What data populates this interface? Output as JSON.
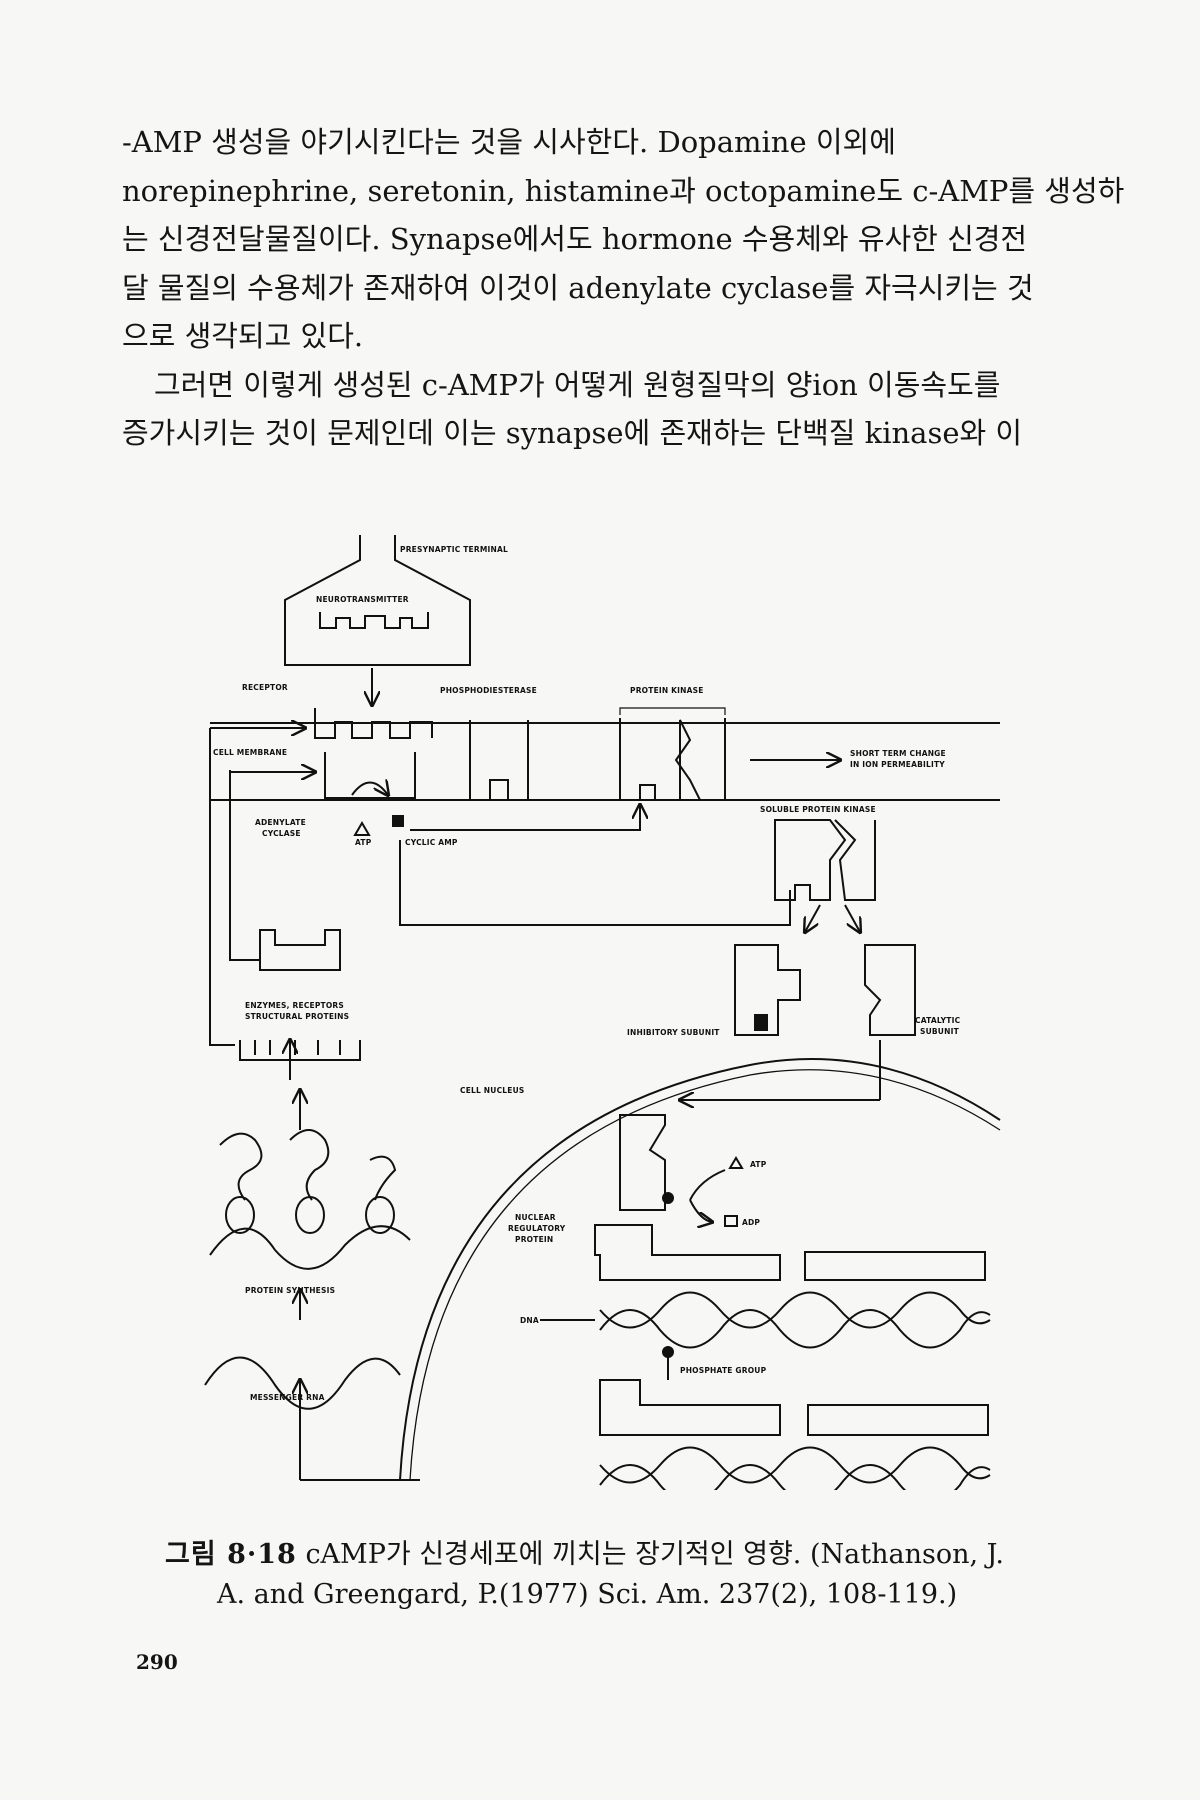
{
  "body_text": {
    "lines": [
      "-AMP 생성을 야기시킨다는 것을 시사한다. Dopamine 이외에",
      "norepinephrine, seretonin, histamine과 octopamine도 c-AMP를 생성하",
      "는 신경전달물질이다. Synapse에서도 hormone 수용체와 유사한 신경전",
      "달 물질의 수용체가 존재하여 이것이 adenylate cyclase를 자극시키는 것",
      "으로 생각되고 있다.",
      "그러면 이렇게 생성된 c-AMP가 어떻게 원형질막의 양ion 이동속도를",
      "증가시키는 것이 문제인데 이는 synapse에 존재하는 단백질 kinase와 이"
    ]
  },
  "figure": {
    "labels": {
      "presynaptic_terminal": "PRESYNAPTIC TERMINAL",
      "neurotransmitter": "NEUROTRANSMITTER",
      "receptor": "RECEPTOR",
      "phosphodiesterase": "PHOSPHODIESTERASE",
      "protein_kinase": "PROTEIN KINASE",
      "cell_membrane": "CELL MEMBRANE",
      "short_term_1": "SHORT TERM CHANGE",
      "short_term_2": "IN ION PERMEABILITY",
      "soluble_protein_kinase": "SOLUBLE PROTEIN KINASE",
      "adenylate_1": "ADENYLATE",
      "adenylate_2": "CYCLASE",
      "atp": "ATP",
      "cyclic_amp": "CYCLIC AMP",
      "enzymes_1": "ENZYMES, RECEPTORS",
      "enzymes_2": "STRUCTURAL PROTEINS",
      "inhibitory_subunit": "INHIBITORY SUBUNIT",
      "catalytic_1": "CATALYTIC",
      "catalytic_2": "SUBUNIT",
      "cell_nucleus": "CELL NUCLEUS",
      "atp_nucleus": "ATP",
      "adp": "ADP",
      "nuclear_1": "NUCLEAR",
      "nuclear_2": "REGULATORY",
      "nuclear_3": "PROTEIN",
      "protein_synthesis": "PROTEIN SYNTHESIS",
      "dna": "DNA",
      "phosphate_group": "PHOSPHATE GROUP",
      "messenger_rna": "MESSENGER RNA"
    }
  },
  "caption": {
    "figure_number": "그림 8·18",
    "title": "cAMP가 신경세포에 끼치는 장기적인 영향.",
    "source_line1": "(Nathanson, J.",
    "source_line2": "A. and Greengard, P.(1977) Sci. Am. 237(2), 108-119.)"
  },
  "page_number": "290"
}
